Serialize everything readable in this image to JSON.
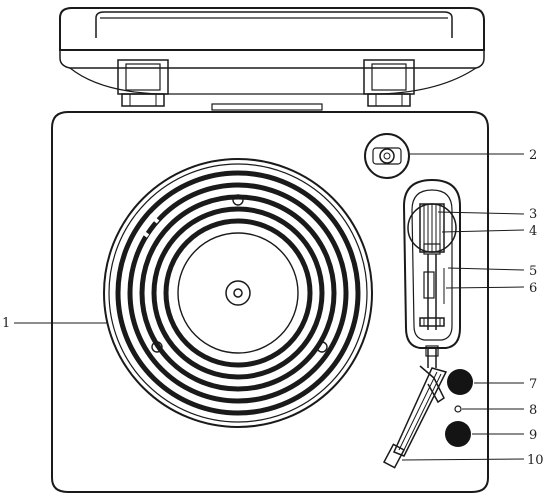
{
  "callouts": [
    {
      "id": "1",
      "label": "1"
    },
    {
      "id": "2",
      "label": "2"
    },
    {
      "id": "3",
      "label": "3"
    },
    {
      "id": "4",
      "label": "4"
    },
    {
      "id": "5",
      "label": "5"
    },
    {
      "id": "6",
      "label": "6"
    },
    {
      "id": "7",
      "label": "7"
    },
    {
      "id": "8",
      "label": "8"
    },
    {
      "id": "9",
      "label": "9"
    },
    {
      "id": "10",
      "label": "10"
    }
  ],
  "colors": {
    "line": "#1a1a1a",
    "knob": "#141414",
    "background": "#ffffff"
  }
}
